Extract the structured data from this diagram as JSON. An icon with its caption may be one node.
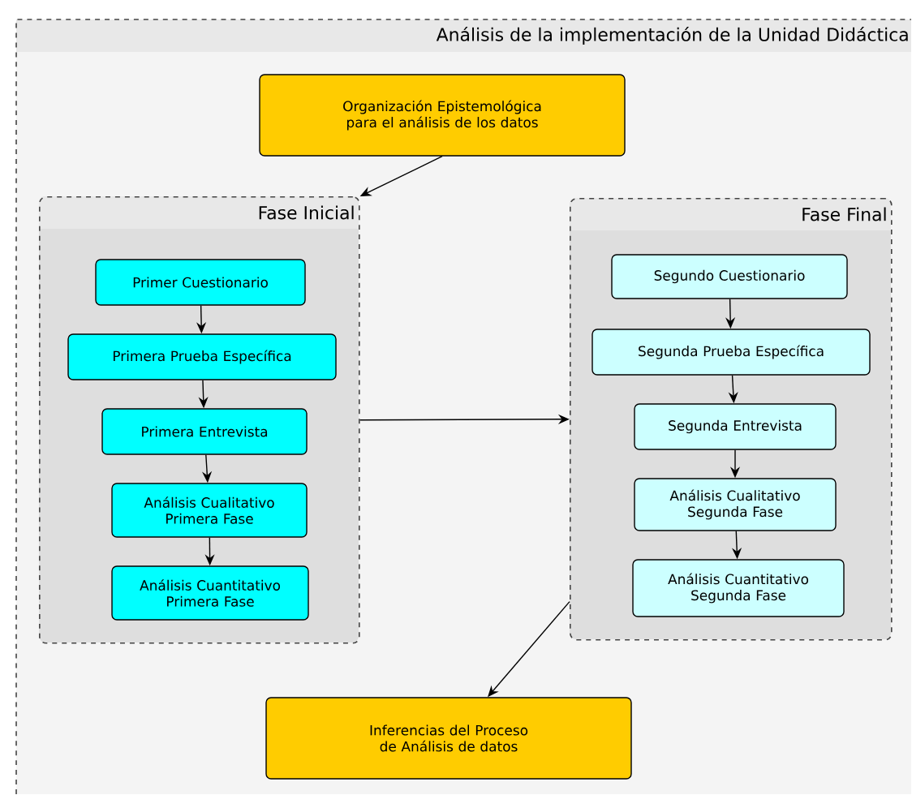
{
  "diagram": {
    "nodes": [
      {
        "text": [
          "Análisis de la implementación de la Unidad Didáctica"
        ]
      },
      {
        "text": [
          "Organización Epistemológica para el análisis de los datos"
        ],
        "in": 0
      },
      {
        "text": [
          "Fase Inicial"
        ],
        "in": 0
      },
      {
        "text": [
          "Primer Cuestionario"
        ],
        "in": 2
      },
      {
        "text": [
          "Primera Prueba Específica"
        ],
        "in": 2
      },
      {
        "text": [
          "Primera Entrevista"
        ],
        "in": 2
      },
      {
        "text": [
          "Análisis Cualitativo Primera Fase"
        ],
        "in": 2
      },
      {
        "text": [
          "Análisis Cuantitativo Primera Fase"
        ],
        "in": 2
      },
      {
        "text": [
          "Fase Final"
        ],
        "in": 0
      },
      {
        "text": [
          "Segundo Cuestionario"
        ],
        "in": 8
      },
      {
        "text": [
          "Segunda Prueba Específica"
        ],
        "in": 8
      },
      {
        "text": [
          "Segunda Entrevista"
        ],
        "in": 8
      },
      {
        "text": [
          "Análisis Cualitativo Segunda Fase"
        ],
        "in": 8
      },
      {
        "text": [
          "Análisis Cuantitativo Segunda Fase"
        ],
        "in": 8
      },
      {
        "text": [
          "Inferencias del Proceso de Análisis de datos"
        ],
        "in": 0
      }
    ],
    "edges": [
      {
        "from": 1,
        "to": 2,
        "arrow": "to"
      },
      {
        "from": 3,
        "to": 4,
        "arrow": "to"
      },
      {
        "from": 4,
        "to": 5,
        "arrow": "to"
      },
      {
        "from": 5,
        "to": 6,
        "arrow": "to"
      },
      {
        "from": 6,
        "to": 7,
        "arrow": "to"
      },
      {
        "from": 2,
        "to": 8,
        "arrow": "to"
      },
      {
        "from": 9,
        "to": 10,
        "arrow": "to"
      },
      {
        "from": 10,
        "to": 11,
        "arrow": "to"
      },
      {
        "from": 11,
        "to": 12,
        "arrow": "to"
      },
      {
        "from": 12,
        "to": 13,
        "arrow": "to"
      },
      {
        "from": 8,
        "to": 14,
        "arrow": "to"
      }
    ]
  }
}
